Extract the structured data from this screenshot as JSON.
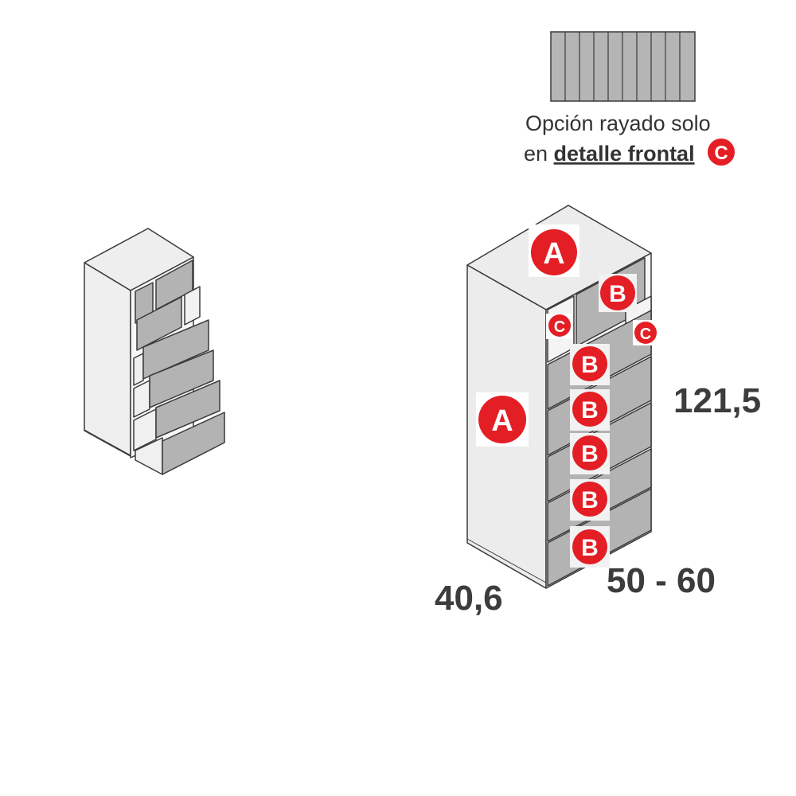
{
  "note": {
    "line1": "Opción rayado solo",
    "line2_prefix": "en ",
    "line2_emphasis": "detalle frontal",
    "marker": "C"
  },
  "dimensions": {
    "height": "121,5",
    "depth": "40,6",
    "width": "50 - 60"
  },
  "markers": {
    "top": "A",
    "side": "A",
    "top_drawer": "B",
    "small_left": "C",
    "small_right": "C",
    "drawers": [
      "B",
      "B",
      "B",
      "B",
      "B"
    ]
  },
  "colors": {
    "marker_fill": "#e31e24",
    "marker_text": "#ffffff",
    "front_grey": "#b3b3b3",
    "carcass_light": "#efefef",
    "line": "#3a3a3a",
    "dimension_text": "#3c3c3c"
  }
}
